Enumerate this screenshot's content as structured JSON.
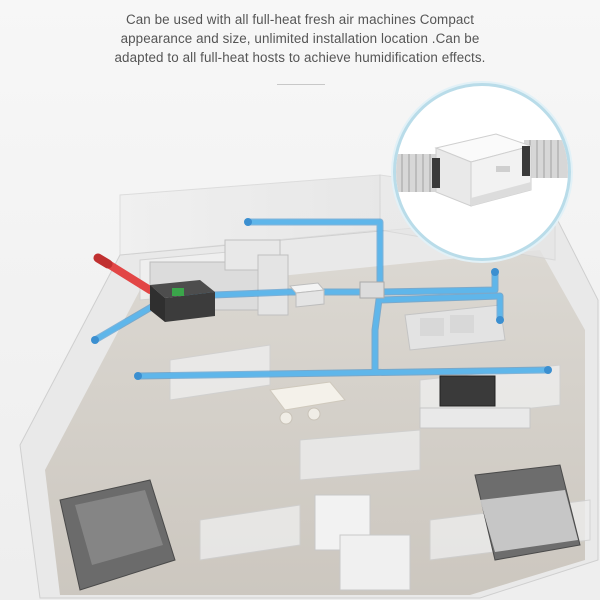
{
  "caption": {
    "line1": "Can be used with all full-heat fresh air machines  Compact",
    "line2": "appearance and size, unlimited installation location .Can be",
    "line3": "adapted to all full-heat hosts to achieve humidification effects."
  },
  "colors": {
    "duct_blue": "#5fb6ea",
    "duct_blue_dark": "#2f86c8",
    "duct_red": "#e24646",
    "accent_ring": "#b9dce9"
  },
  "icons": {
    "fresh_air_unit": "fresh-air-machine-icon",
    "humidifier_unit": "humidifier-unit-icon"
  }
}
